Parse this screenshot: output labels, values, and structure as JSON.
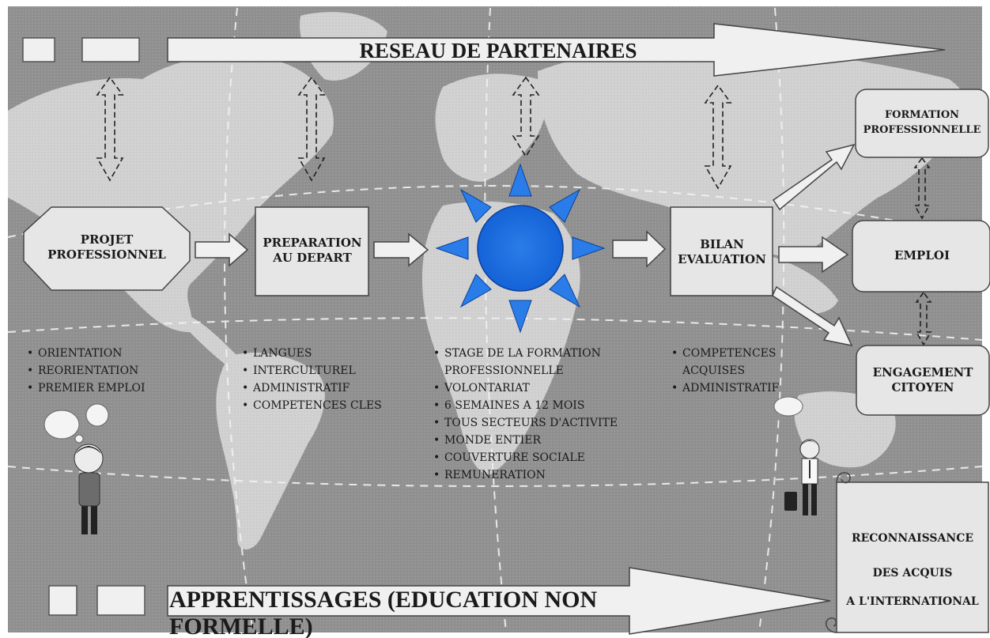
{
  "banner_top": "RESEAU DE PARTENAIRES",
  "banner_bottom": "APPRENTISSAGES (EDUCATION NON FORMELLE)",
  "boxes": {
    "projet": "PROJET PROFESSIONNEL",
    "preparation": "PREPARATION AU DEPART",
    "bilan": "BILAN EVALUATION",
    "formation": "FORMATION PROFESSIONNELLE",
    "emploi": "EMPLOI",
    "engagement": "ENGAGEMENT CITOYEN"
  },
  "scroll": {
    "line1": "RECONNAISSANCE",
    "line2": "DES ACQUIS",
    "line3": "A L'INTERNATIONAL"
  },
  "lists": {
    "projet": [
      "ORIENTATION",
      "REORIENTATION",
      "PREMIER EMPLOI"
    ],
    "preparation": [
      "LANGUES",
      "INTERCULTUREL",
      "ADMINISTRATIF",
      "COMPETENCES CLES"
    ],
    "stage": [
      "STAGE DE LA FORMATION",
      "PROFESSIONNELLE",
      "VOLONTARIAT",
      "6 SEMAINES A 12 MOIS",
      "TOUS SECTEURS D'ACTIVITE",
      "MONDE ENTIER",
      "COUVERTURE SOCIALE",
      "REMUNERATION"
    ],
    "bilan": [
      "COMPETENCES",
      "ACQUISES",
      "ADMINISTRATIF"
    ]
  },
  "colors": {
    "sun": "#1e6fe0",
    "sun_rays": "#2a7de8",
    "background": "#8c8c8c",
    "land": "#cfcfcf",
    "box_fill": "#e8e8e8"
  },
  "icons": [
    "person-thinking-icon",
    "businessman-icon",
    "thought-bubble-icon",
    "briefcase-icon"
  ]
}
